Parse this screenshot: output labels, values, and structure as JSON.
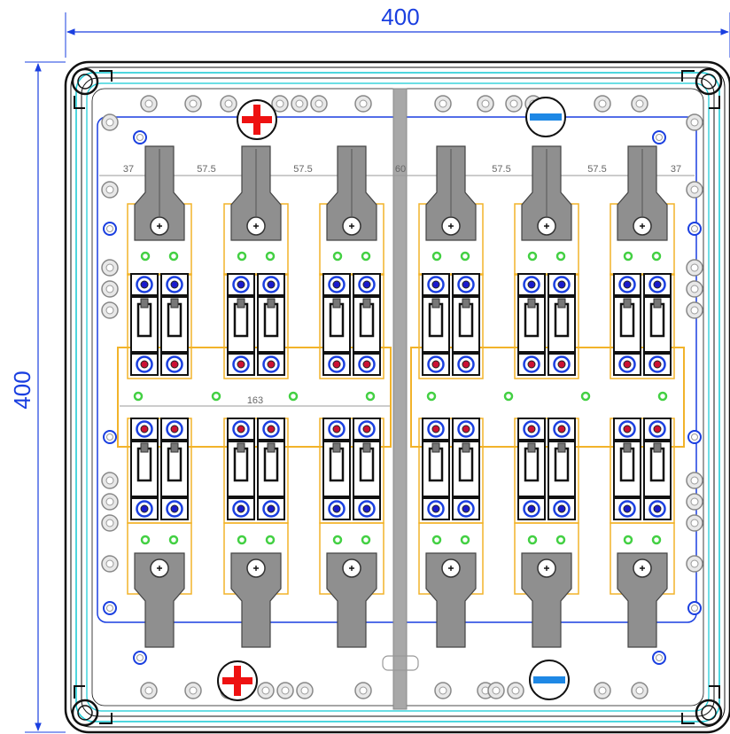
{
  "dimensions": {
    "width_label": "400",
    "height_label": "400",
    "spacing": {
      "left_edge": "37",
      "gap_1": "57.5",
      "gap_2": "57.5",
      "center": "60",
      "gap_3": "57.5",
      "gap_4": "57.5",
      "right_edge": "37"
    },
    "rail_length": "163"
  },
  "polarity": {
    "left_group": "positive",
    "right_group": "negative"
  },
  "layout_summary": {
    "units_per_group": 3,
    "groups": 2,
    "rows": 2
  },
  "colors": {
    "dimension": "#1a3fe0",
    "positive_symbol": "#ee1111",
    "negative_symbol": "#1e88e5",
    "rail_outline": "#f2b32a",
    "terminal_green": "#43d043",
    "enclosure_cyan": "#13c9d4",
    "busbar_gray": "#8f8f8f",
    "divider_gray": "#a8a8a8"
  }
}
